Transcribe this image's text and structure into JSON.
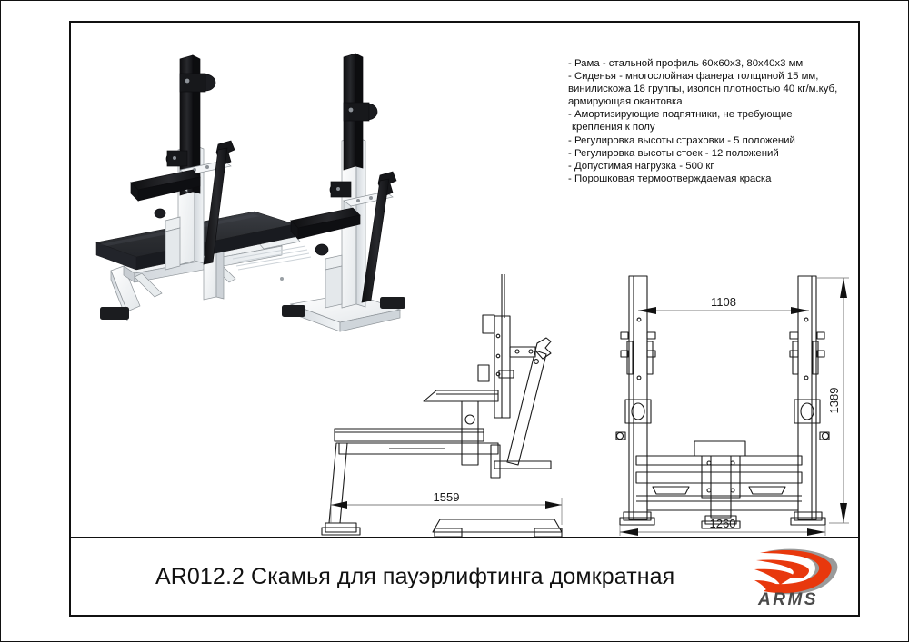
{
  "document": {
    "kind": "technical-product-datasheet",
    "title": "AR012.2 Скамья для пауэрлифтинга домкратная",
    "model_code": "AR012.2",
    "product_name": "Скамья для пауэрлифтинга домкратная"
  },
  "specs": {
    "lines": [
      "- Рама - стальной профиль 60х60х3, 80х40х3 мм",
      "- Сиденья - многослойная фанера толщиной 15 мм,",
      "винилискожа 18 группы, изолон плотностью 40 кг/м.куб,",
      "армирующая окантовка",
      "- Амортизирующие подпятники, не требующие",
      " крепления к полу",
      "- Регулировка высоты страховки - 5 положений",
      "- Регулировка высоты стоек - 12 положений",
      "- Допустимая нагрузка - 500 кг",
      "- Порошковая термоотверждаемая краска"
    ]
  },
  "dimensions": {
    "side_view_length": "1559",
    "front_view_inner_width": "1108",
    "front_view_height": "1389",
    "front_view_base_width": "1260",
    "units": "мм"
  },
  "logo": {
    "name": "ARMS",
    "primary_color": "#E8380D",
    "secondary_color": "#9a9a9a",
    "text_color": "#4a4a4a"
  },
  "colors": {
    "frame_paint": "#f4f6f8",
    "pad": "#2b2d31",
    "line": "#111111"
  }
}
